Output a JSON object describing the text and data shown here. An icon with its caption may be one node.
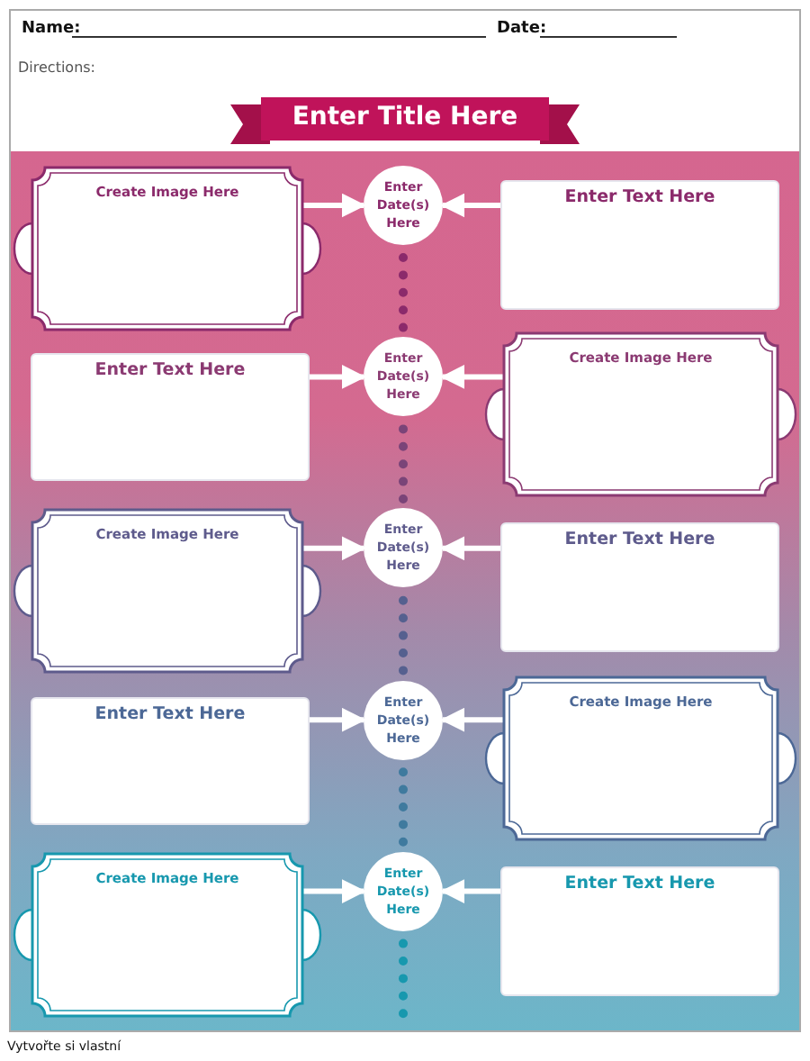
{
  "diagram": {
    "title": "Enter Title Here",
    "nodes": [
      {
        "text": [
          "Create Image Here"
        ]
      },
      {
        "text": [
          "Enter Date(s) Here"
        ]
      },
      {
        "text": [
          "Enter Text Here"
        ]
      },
      {
        "text": [
          "Enter Text Here"
        ]
      },
      {
        "text": [
          "Enter Date(s) Here"
        ]
      },
      {
        "text": [
          "Create Image Here"
        ]
      },
      {
        "text": [
          "Create Image Here"
        ]
      },
      {
        "text": [
          "Enter Date(s) Here"
        ]
      },
      {
        "text": [
          "Enter Text Here"
        ]
      },
      {
        "text": [
          "Enter Text Here"
        ]
      },
      {
        "text": [
          "Enter Date(s) Here"
        ]
      },
      {
        "text": [
          "Create Image Here"
        ]
      },
      {
        "text": [
          "Create Image Here"
        ]
      },
      {
        "text": [
          "Enter Date(s) Here"
        ]
      },
      {
        "text": [
          "Enter Text Here"
        ]
      }
    ],
    "edges": [
      {
        "from": 0,
        "to": 1,
        "arrow": "to"
      },
      {
        "from": 2,
        "to": 1,
        "arrow": "to"
      },
      {
        "from": 3,
        "to": 4,
        "arrow": "to"
      },
      {
        "from": 5,
        "to": 4,
        "arrow": "to"
      },
      {
        "from": 6,
        "to": 7,
        "arrow": "to"
      },
      {
        "from": 8,
        "to": 7,
        "arrow": "to"
      },
      {
        "from": 9,
        "to": 10,
        "arrow": "to"
      },
      {
        "from": 11,
        "to": 10,
        "arrow": "to"
      },
      {
        "from": 12,
        "to": 13,
        "arrow": "to"
      },
      {
        "from": 14,
        "to": 13,
        "arrow": "to"
      },
      {
        "from": 1,
        "to": 4,
        "arrow": "none",
        "style": "dashed",
        "color": "#8b2a6b"
      },
      {
        "from": 4,
        "to": 7,
        "arrow": "none",
        "style": "dashed",
        "color": "#7a4478"
      },
      {
        "from": 7,
        "to": 10,
        "arrow": "none",
        "style": "dashed",
        "color": "#55608f"
      },
      {
        "from": 10,
        "to": 13,
        "arrow": "none",
        "style": "dashed",
        "color": "#3f7a9e"
      },
      {
        "from": 13,
        "to": null,
        "arrow": "none",
        "style": "dashed",
        "color": "#1798ae"
      }
    ],
    "labels": [
      "Name:",
      "Date:",
      "Directions:",
      "Vytvořte si vlastní"
    ]
  }
}
